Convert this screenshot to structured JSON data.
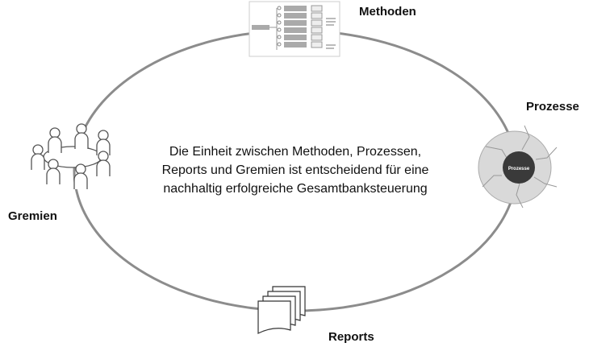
{
  "labels": {
    "methoden": "Methoden",
    "prozesse": "Prozesse",
    "gremien": "Gremien",
    "reports": "Reports"
  },
  "center_text": [
    "Die Einheit zwischen Methoden, Prozessen,",
    "Reports und Gremien ist entscheidend für eine",
    "nachhaltig erfolgreiche Gesamtbanksteuerung"
  ],
  "process_wheel_label": "Prozesse",
  "colors": {
    "ring": "#8c8c8c",
    "wheel_outer": "#d9d9d9",
    "wheel_inner": "#3a3a3a"
  }
}
